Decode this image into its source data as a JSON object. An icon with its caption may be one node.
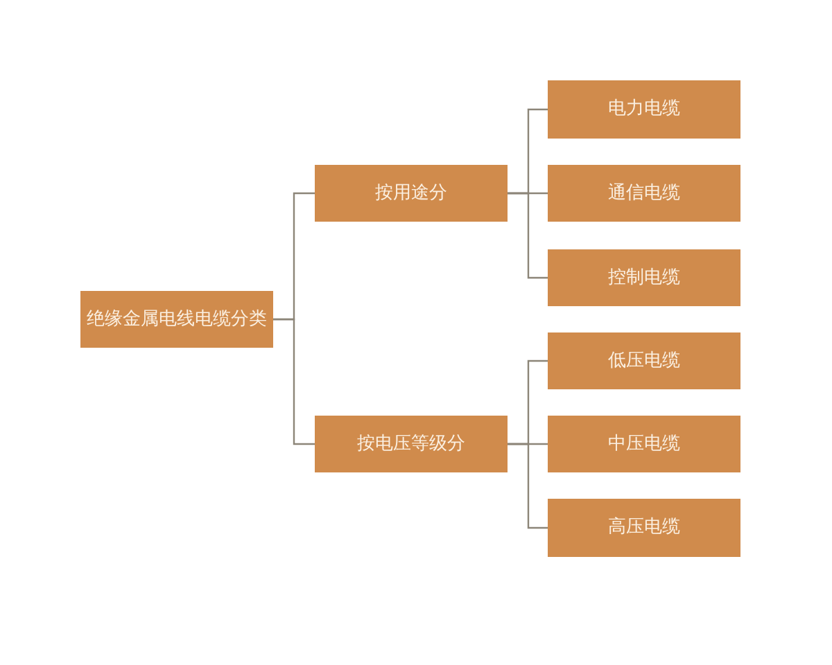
{
  "diagram": {
    "nodes": [
      {
        "text": [
          "绝缘金属电线电缆分类"
        ]
      },
      {
        "text": [
          "按用途分"
        ]
      },
      {
        "text": [
          "电力电缆"
        ]
      },
      {
        "text": [
          "通信电缆"
        ]
      },
      {
        "text": [
          "控制电缆"
        ]
      },
      {
        "text": [
          "按电压等级分"
        ]
      },
      {
        "text": [
          "低压电缆"
        ]
      },
      {
        "text": [
          "中压电缆"
        ]
      },
      {
        "text": [
          "高压电缆"
        ]
      }
    ],
    "edges": [
      {
        "from": 0,
        "to": 1,
        "arrow": "none"
      },
      {
        "from": 0,
        "to": 5,
        "arrow": "none"
      },
      {
        "from": 1,
        "to": 2,
        "arrow": "none"
      },
      {
        "from": 1,
        "to": 3,
        "arrow": "none"
      },
      {
        "from": 1,
        "to": 4,
        "arrow": "none"
      },
      {
        "from": 5,
        "to": 6,
        "arrow": "none"
      },
      {
        "from": 5,
        "to": 7,
        "arrow": "none"
      },
      {
        "from": 5,
        "to": 8,
        "arrow": "none"
      }
    ]
  }
}
